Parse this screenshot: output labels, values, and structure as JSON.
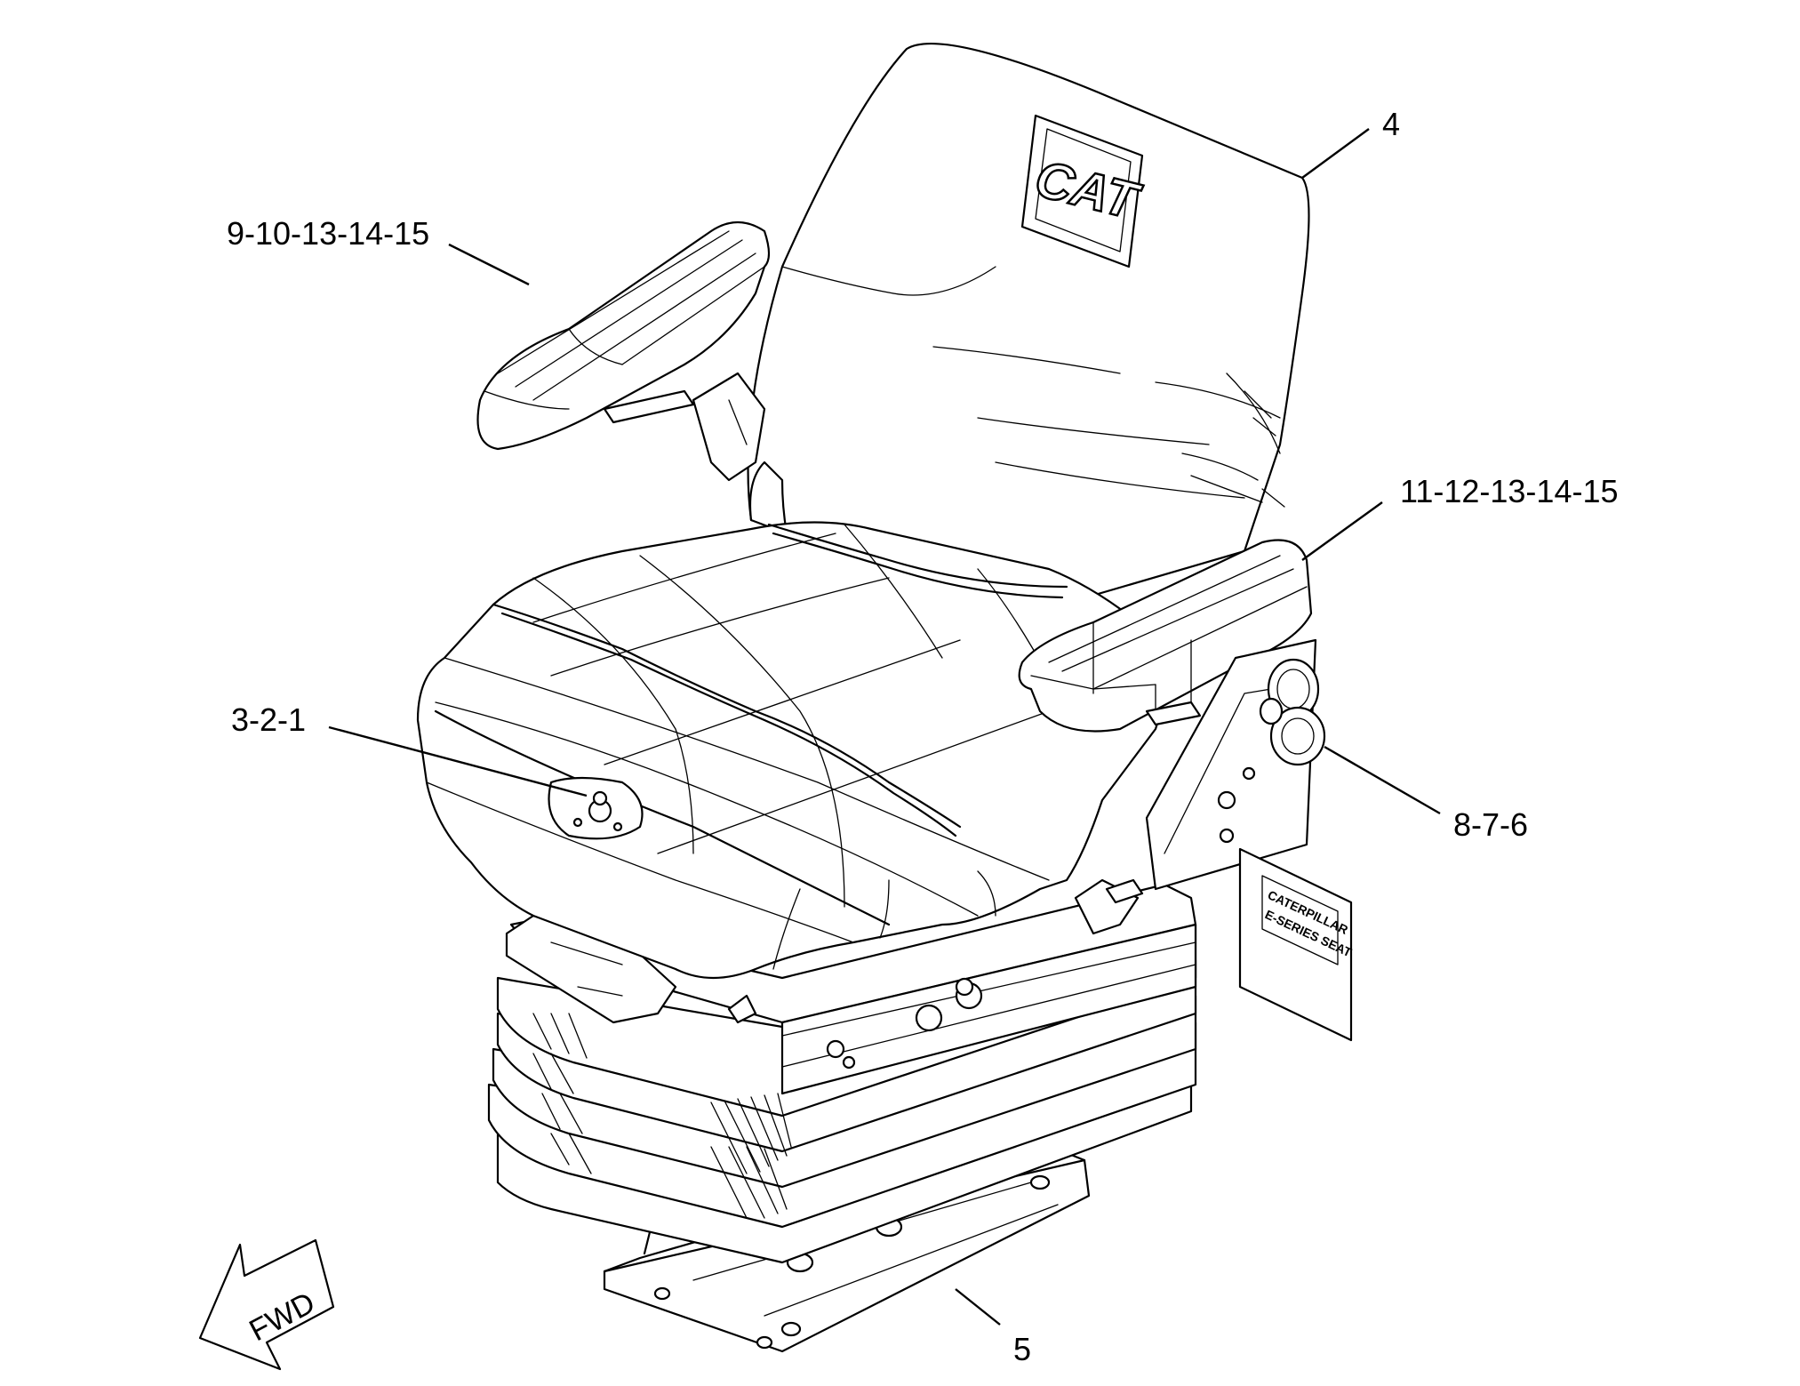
{
  "callouts": {
    "seat_back": "4",
    "left_armrest": "9-10-13-14-15",
    "right_armrest": "11-12-13-14-15",
    "seat_cushion_control": "3-2-1",
    "knobs": "8-7-6",
    "base": "5"
  },
  "fwd_arrow": "FWD",
  "logo": "CAT",
  "decal": {
    "line1": "CATERPILLAR",
    "line2": "E-SERIES SEAT"
  },
  "colors": {
    "line": "#000000",
    "background": "#ffffff"
  }
}
